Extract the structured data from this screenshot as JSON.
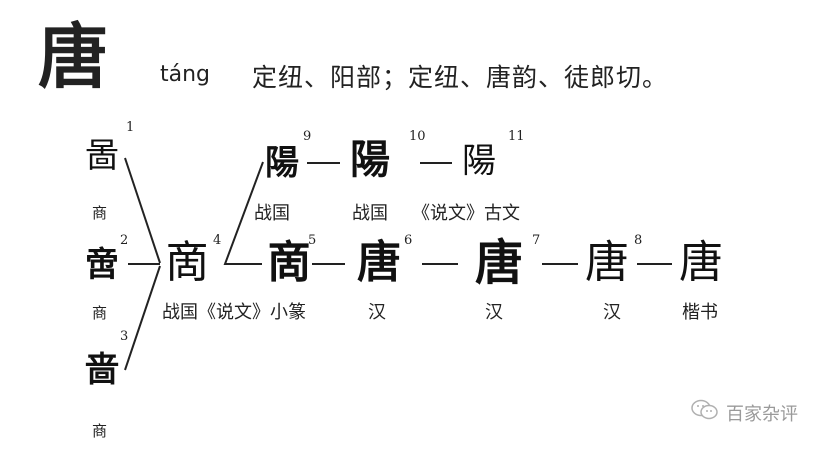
{
  "entry": {
    "headword": "唐",
    "pinyin": "táng",
    "phonology": "定纽、阳部；定纽、唐韵、徒郎切。"
  },
  "evolution_chart": {
    "oracle_forms": [
      {
        "id": "1",
        "glyph": "啚",
        "label": "商"
      },
      {
        "id": "2",
        "glyph": "啻",
        "label": "商"
      },
      {
        "id": "3",
        "glyph": "啬",
        "label": "商"
      }
    ],
    "upper_row": [
      {
        "id": "9",
        "glyph": "陽",
        "label": "战国"
      },
      {
        "id": "10",
        "glyph": "陽",
        "label": "战国"
      },
      {
        "id": "11",
        "glyph": "陽",
        "label": "《说文》古文"
      }
    ],
    "main_row": [
      {
        "id": "4",
        "glyph": "啇",
        "label": "战国《说文》小篆"
      },
      {
        "id": "5",
        "glyph": "啇",
        "label": ""
      },
      {
        "id": "6",
        "glyph": "唐",
        "label": "汉"
      },
      {
        "id": "7",
        "glyph": "唐",
        "label": "汉"
      },
      {
        "id": "8",
        "glyph": "唐",
        "label": "汉"
      },
      {
        "id": "",
        "glyph": "唐",
        "label": "楷书"
      }
    ]
  },
  "watermark": {
    "icon": "wechat-icon",
    "text": "百家杂评"
  }
}
